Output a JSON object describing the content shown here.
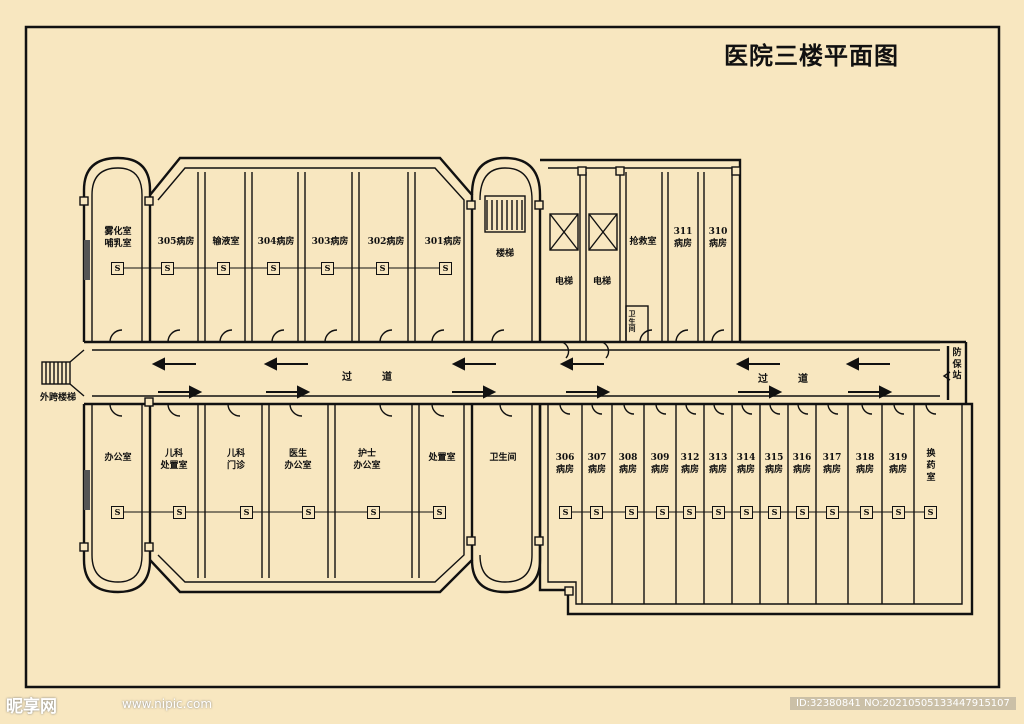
{
  "title": "医院三楼平面图",
  "corridor_labels": [
    "过　道",
    "过　道"
  ],
  "rooms_top": [
    {
      "id": "nebul",
      "label": "雾化室\n哺乳室"
    },
    {
      "id": "r305",
      "label": "305病房"
    },
    {
      "id": "infusion",
      "label": "输液室"
    },
    {
      "id": "r304",
      "label": "304病房"
    },
    {
      "id": "r303",
      "label": "303病房"
    },
    {
      "id": "r302",
      "label": "302病房"
    },
    {
      "id": "r301",
      "label": "301病房"
    },
    {
      "id": "stairs",
      "label": "楼梯"
    },
    {
      "id": "elev1",
      "label": "电梯"
    },
    {
      "id": "elev2",
      "label": "电梯"
    },
    {
      "id": "rescue",
      "label": "抢救室"
    },
    {
      "id": "r311",
      "label": "311\n病房"
    },
    {
      "id": "r310",
      "label": "310\n病房"
    },
    {
      "id": "wc_small",
      "label": "卫\n生\n间"
    }
  ],
  "rooms_bottom": [
    {
      "id": "office",
      "label": "办公室"
    },
    {
      "id": "ped_treat",
      "label": "儿科\n处置室"
    },
    {
      "id": "ped_clinic",
      "label": "儿科\n门诊"
    },
    {
      "id": "doctor",
      "label": "医生\n办公室"
    },
    {
      "id": "nurse",
      "label": "护士\n办公室"
    },
    {
      "id": "treat",
      "label": "处置室"
    },
    {
      "id": "wc",
      "label": "卫生间"
    },
    {
      "id": "r306",
      "label": "306\n病房"
    },
    {
      "id": "r307",
      "label": "307\n病房"
    },
    {
      "id": "r308",
      "label": "308\n病房"
    },
    {
      "id": "r309",
      "label": "309\n病房"
    },
    {
      "id": "r312",
      "label": "312\n病房"
    },
    {
      "id": "r313",
      "label": "313\n病房"
    },
    {
      "id": "r314",
      "label": "314\n病房"
    },
    {
      "id": "r315",
      "label": "315\n病房"
    },
    {
      "id": "r316",
      "label": "316\n病房"
    },
    {
      "id": "r317",
      "label": "317\n病房"
    },
    {
      "id": "r318",
      "label": "318\n病房"
    },
    {
      "id": "r319",
      "label": "319\n病房"
    },
    {
      "id": "dressing",
      "label": "换\n药\n室"
    }
  ],
  "security": "防\n保\n站",
  "outer_stairs": "外跨楼梯",
  "socket_symbol": "S",
  "watermark": {
    "left": "昵享网",
    "url": "www.nipic.com",
    "right": "ID:32380841 NO:20210505133447915107"
  }
}
